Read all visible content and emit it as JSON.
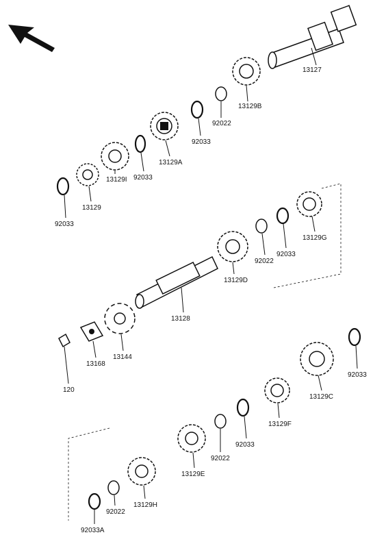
{
  "labels": {
    "p13127": "13127",
    "p13129B": "13129B",
    "p92022_top": "92022",
    "p92033_a": "92033",
    "p13129A": "13129A",
    "p92033_b": "92033",
    "p13129I": "13129I",
    "p13129": "13129",
    "p92033_c": "92033",
    "p13129G": "13129G",
    "p92033_d": "92033",
    "p92022_mid": "92022",
    "p13129D": "13129D",
    "p13128": "13128",
    "p13144": "13144",
    "p13168": "13168",
    "p120": "120",
    "p92033_e": "92033",
    "p13129C": "13129C",
    "p13129F": "13129F",
    "p92033_f": "92033",
    "p92022_low": "92022",
    "p13129E": "13129E",
    "p13129H": "13129H",
    "p92022_bot": "92022",
    "p92033A": "92033A"
  },
  "icons": {
    "direction": "front-arrow-icon"
  }
}
